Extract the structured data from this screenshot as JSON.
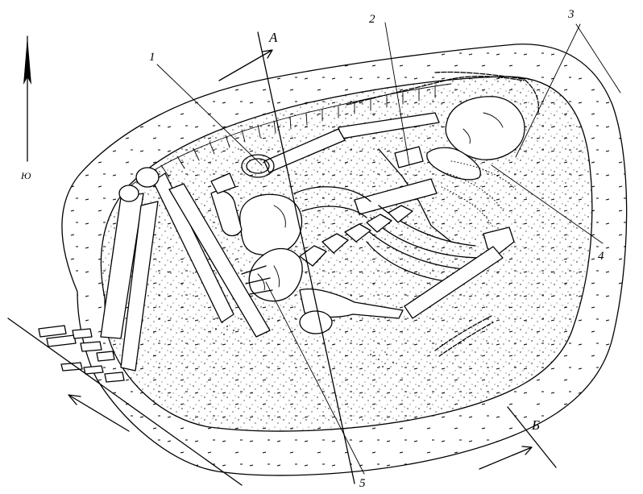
{
  "labels": {
    "marker_1": "1",
    "marker_2": "2",
    "marker_3": "3",
    "marker_4": "4",
    "marker_5": "5",
    "section_a": "А",
    "section_b": "Б"
  },
  "north_arrow": {
    "label": "Ю",
    "icon": "north-arrow-icon"
  },
  "colors": {
    "ink": "#000000",
    "background": "#ffffff"
  }
}
